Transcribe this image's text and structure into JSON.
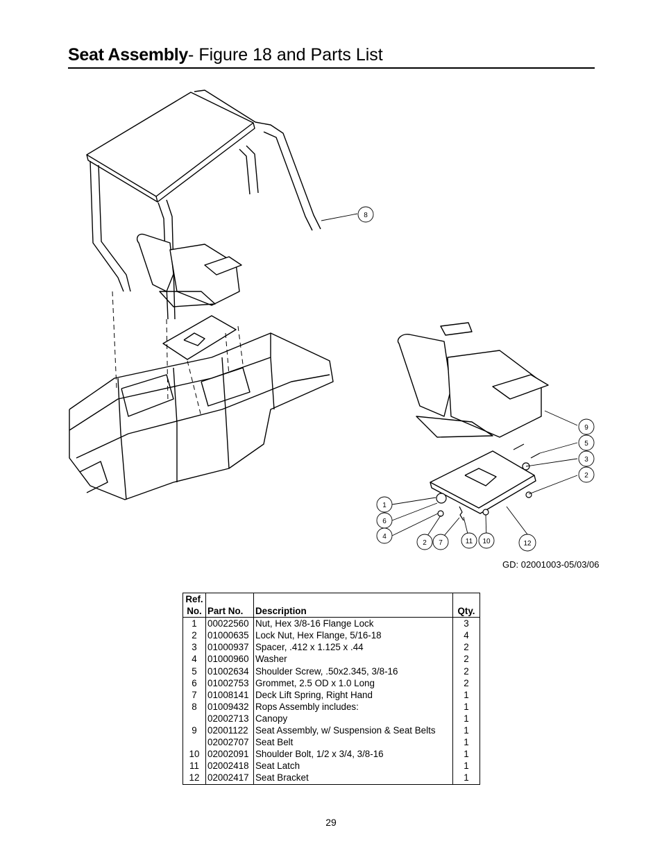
{
  "title": {
    "bold": "Seat Assembly",
    "rest": "- Figure 18 and Parts List"
  },
  "figure": {
    "callouts": [
      "8",
      "9",
      "5",
      "3",
      "2",
      "1",
      "6",
      "4",
      "2",
      "7",
      "11",
      "10",
      "12"
    ],
    "drawing_code": "GD: 02001003-05/03/06"
  },
  "parts_table": {
    "headers": {
      "ref_line1": "Ref.",
      "ref_line2": "No.",
      "part_no": "Part No.",
      "description": "Description",
      "qty": "Qty."
    },
    "rows": [
      {
        "ref": "1",
        "part": "00022560",
        "desc": "Nut, Hex 3/8-16 Flange Lock",
        "qty": "3"
      },
      {
        "ref": "2",
        "part": "01000635",
        "desc": "Lock Nut, Hex Flange, 5/16-18",
        "qty": "4"
      },
      {
        "ref": "3",
        "part": "01000937",
        "desc": "Spacer, .412 x 1.125 x .44",
        "qty": "2"
      },
      {
        "ref": "4",
        "part": "01000960",
        "desc": "Washer",
        "qty": "2"
      },
      {
        "ref": "5",
        "part": "01002634",
        "desc": "Shoulder Screw, .50x2.345, 3/8-16",
        "qty": "2"
      },
      {
        "ref": "6",
        "part": "01002753",
        "desc": "Grommet, 2.5 OD x 1.0 Long",
        "qty": "2"
      },
      {
        "ref": "7",
        "part": "01008141",
        "desc": "Deck Lift Spring, Right Hand",
        "qty": "1"
      },
      {
        "ref": "8",
        "part": "01009432",
        "desc": "Rops Assembly includes:",
        "qty": "1"
      },
      {
        "ref": "",
        "part": "02002713",
        "desc": "Canopy",
        "qty": "1"
      },
      {
        "ref": "9",
        "part": "02001122",
        "desc": "Seat Assembly, w/ Suspension & Seat Belts",
        "qty": "1"
      },
      {
        "ref": "",
        "part": "02002707",
        "desc": "Seat Belt",
        "qty": "1"
      },
      {
        "ref": "10",
        "part": "02002091",
        "desc": "Shoulder Bolt, 1/2 x 3/4, 3/8-16",
        "qty": "1"
      },
      {
        "ref": "11",
        "part": "02002418",
        "desc": "Seat Latch",
        "qty": "1"
      },
      {
        "ref": "12",
        "part": "02002417",
        "desc": "Seat Bracket",
        "qty": "1"
      }
    ]
  },
  "page_number": "29"
}
